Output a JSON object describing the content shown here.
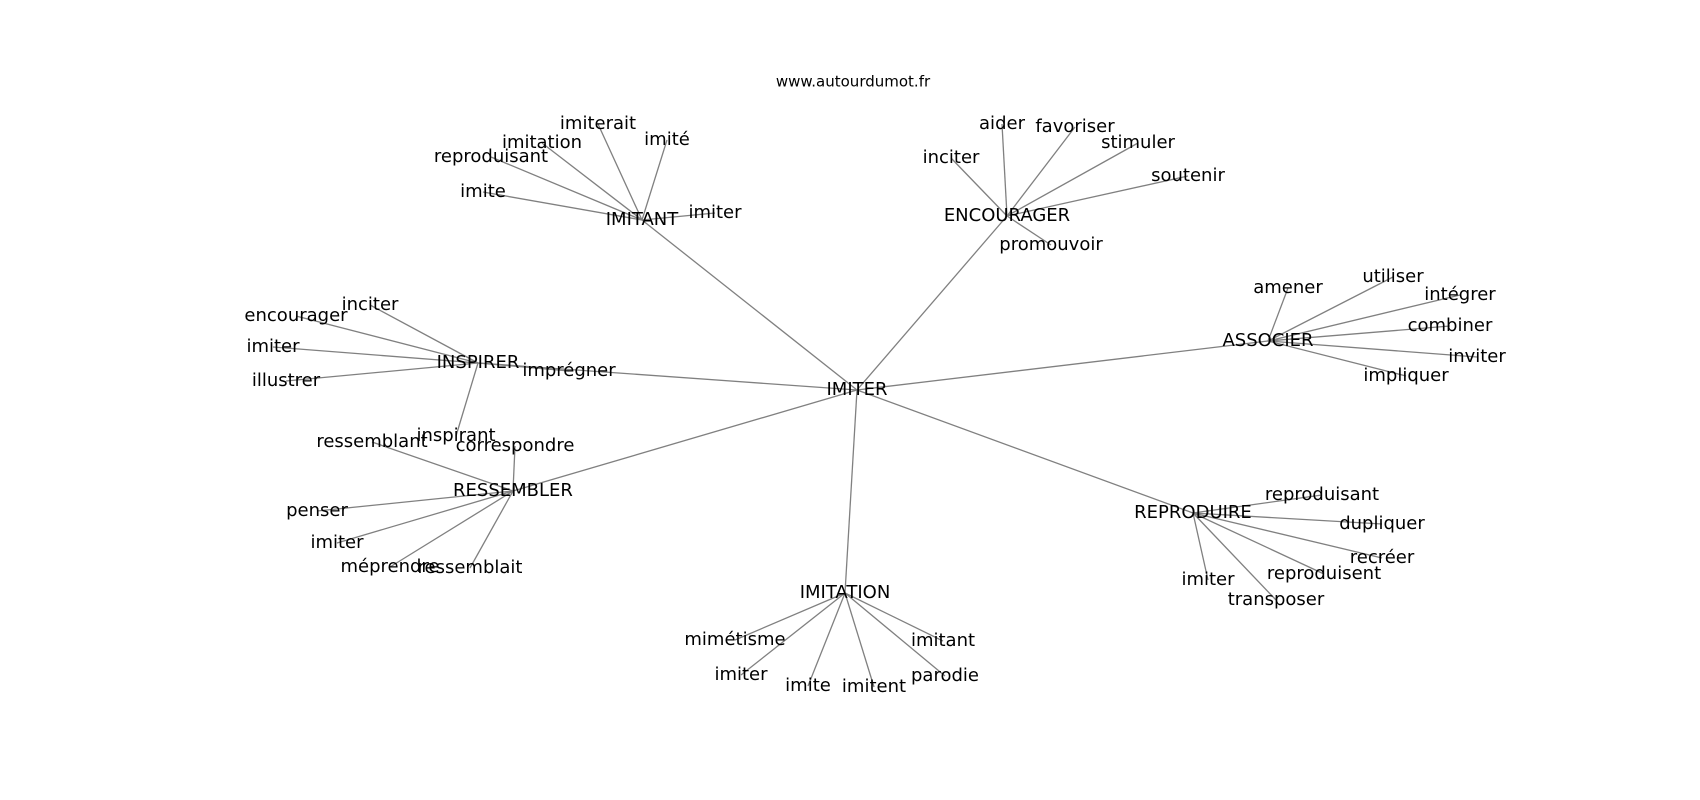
{
  "site": "www.autourdumot.fr",
  "graph": {
    "root": "IMITER",
    "clusters": [
      {
        "key": "imitant",
        "hub": "IMITANT",
        "leaves": [
          "imiterait",
          "imitation",
          "imité",
          "reproduisant",
          "imite",
          "imiter"
        ]
      },
      {
        "key": "encourager",
        "hub": "ENCOURAGER",
        "leaves": [
          "aider",
          "favoriser",
          "stimuler",
          "inciter",
          "soutenir",
          "promouvoir"
        ]
      },
      {
        "key": "inspirer",
        "hub": "INSPIRER",
        "leaves": [
          "inciter",
          "encourager",
          "imiter",
          "illustrer",
          "imprégner",
          "inspirant"
        ]
      },
      {
        "key": "associer",
        "hub": "ASSOCIER",
        "leaves": [
          "amener",
          "utiliser",
          "intégrer",
          "combiner",
          "inviter",
          "impliquer"
        ]
      },
      {
        "key": "ressembler",
        "hub": "RESSEMBLER",
        "leaves": [
          "ressemblant",
          "correspondre",
          "penser",
          "imiter",
          "méprendre",
          "ressemblait"
        ]
      },
      {
        "key": "reproduire",
        "hub": "REPRODUIRE",
        "leaves": [
          "reproduisant",
          "dupliquer",
          "recréer",
          "reproduisent",
          "imiter",
          "transposer"
        ]
      },
      {
        "key": "imitation",
        "hub": "IMITATION",
        "leaves": [
          "mimétisme",
          "imiter",
          "imite",
          "imitent",
          "imitant",
          "parodie"
        ]
      }
    ]
  }
}
